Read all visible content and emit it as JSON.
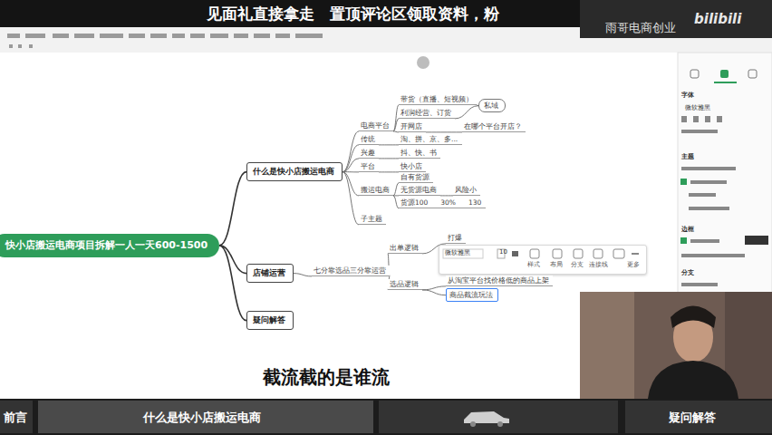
{
  "diagram": {
    "nodes": [
      {
        "text": [
          "快小店搬运电商项目拆解一人一天600-1500"
        ]
      },
      {
        "text": [
          "什么是快小店搬运电商"
        ]
      },
      {
        "text": [
          "店铺运营"
        ]
      },
      {
        "text": [
          "疑问解答"
        ]
      },
      {
        "text": [
          "电商平台"
        ]
      },
      {
        "text": [
          "传统"
        ]
      },
      {
        "text": [
          "兴趣"
        ]
      },
      {
        "text": [
          "平台"
        ]
      },
      {
        "text": [
          "搬运电商"
        ]
      },
      {
        "text": [
          "子主题"
        ]
      },
      {
        "text": [
          "带货（直播、短视频）"
        ]
      },
      {
        "text": [
          "利润经营、订货"
        ]
      },
      {
        "text": [
          "开网店"
        ]
      },
      {
        "text": [
          "私域"
        ]
      },
      {
        "text": [
          "在哪个平台开店？"
        ]
      },
      {
        "text": [
          "淘、拼、京、多..."
        ]
      },
      {
        "text": [
          "抖、快、书"
        ]
      },
      {
        "text": [
          "快小店"
        ]
      },
      {
        "text": [
          "自有货源"
        ]
      },
      {
        "text": [
          "无货源电商"
        ]
      },
      {
        "text": [
          "风险小"
        ]
      },
      {
        "text": [
          "货源100",
          "30%",
          "130"
        ]
      },
      {
        "text": [
          "七分靠选品三分靠运营"
        ]
      },
      {
        "text": [
          "出单逻辑"
        ]
      },
      {
        "text": [
          "打爆"
        ]
      },
      {
        "text": [
          "选品逻辑"
        ]
      },
      {
        "text": [
          "从淘宝平台找价格低的商品上架"
        ]
      },
      {
        "text": [
          "商品截流玩法"
        ]
      }
    ],
    "edges": [
      {
        "from": 0,
        "to": 1,
        "arrow": "none"
      },
      {
        "from": 0,
        "to": 2,
        "arrow": "none"
      },
      {
        "from": 0,
        "to": 3,
        "arrow": "none"
      },
      {
        "from": 1,
        "to": 4,
        "arrow": "none"
      },
      {
        "from": 1,
        "to": 5,
        "arrow": "none"
      },
      {
        "from": 1,
        "to": 6,
        "arrow": "none"
      },
      {
        "from": 1,
        "to": 7,
        "arrow": "none"
      },
      {
        "from": 1,
        "to": 8,
        "arrow": "none"
      },
      {
        "from": 1,
        "to": 9,
        "arrow": "none"
      },
      {
        "from": 4,
        "to": 10,
        "arrow": "none"
      },
      {
        "from": 4,
        "to": 11,
        "arrow": "none"
      },
      {
        "from": 4,
        "to": 12,
        "arrow": "none"
      },
      {
        "from": 10,
        "to": 13,
        "arrow": "none"
      },
      {
        "from": 11,
        "to": 13,
        "arrow": "none"
      },
      {
        "from": 12,
        "to": 14,
        "arrow": "none"
      },
      {
        "from": 5,
        "to": 15,
        "arrow": "none"
      },
      {
        "from": 6,
        "to": 16,
        "arrow": "none"
      },
      {
        "from": 7,
        "to": 17,
        "arrow": "none"
      },
      {
        "from": 8,
        "to": 18,
        "arrow": "none"
      },
      {
        "from": 8,
        "to": 19,
        "arrow": "none"
      },
      {
        "from": 19,
        "to": 20,
        "arrow": "none"
      },
      {
        "from": 8,
        "to": 21,
        "arrow": "none"
      },
      {
        "from": 2,
        "to": 22,
        "arrow": "none"
      },
      {
        "from": 22,
        "to": 23,
        "arrow": "none"
      },
      {
        "from": 22,
        "to": 25,
        "arrow": "none"
      },
      {
        "from": 23,
        "to": 24,
        "arrow": "none"
      },
      {
        "from": 25,
        "to": 26,
        "arrow": "none"
      },
      {
        "from": 25,
        "to": 27,
        "arrow": "none"
      }
    ],
    "labels": [
      "见面礼直接拿走　置顶评论区领取资料，粉",
      "雨哥电商创业",
      "bilibili",
      "截流截的是谁流",
      "前言",
      "什么是快小店搬运电商",
      "疑问解答",
      "微软雅黑",
      "10",
      "样式",
      "布局",
      "分支",
      "连接线",
      "更多",
      "字体",
      "微软雅黑",
      "主题",
      "边框",
      "分支"
    ]
  }
}
